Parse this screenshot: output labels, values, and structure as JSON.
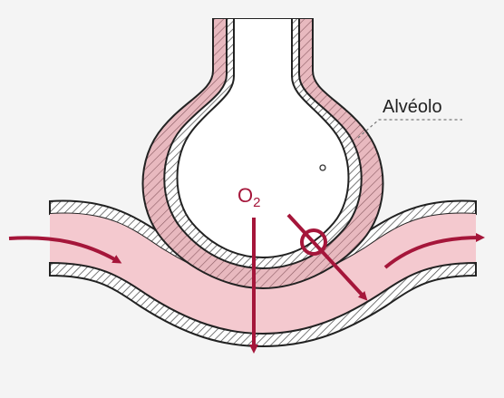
{
  "labels": {
    "alveolus": "Alvéolo",
    "gas_main": "O",
    "gas_sub": "2"
  },
  "colors": {
    "background": "#f4f4f4",
    "outline": "#222222",
    "wall_fill": "#ffffff",
    "hatch": "#555555",
    "vessel_fill": "#f4c9cf",
    "alveolus_tissue": "#e8b9bf",
    "arrow": "#a5163a",
    "leader_line": "#777777"
  },
  "icons": {
    "flow_in": "arrow-right-icon",
    "flow_out": "arrow-right-icon",
    "diffusion_down": "arrow-down-icon",
    "diffusion_diagonal": "arrow-diagonal-icon",
    "no_entry": "prohibition-icon"
  }
}
